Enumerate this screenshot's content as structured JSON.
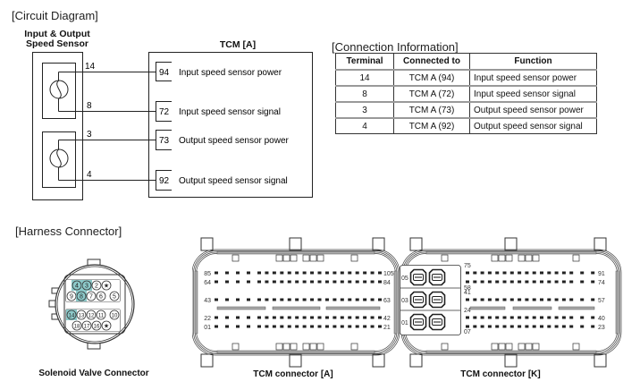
{
  "circuit": {
    "title": "[Circuit Diagram]",
    "sensor_label_line1": "Input & Output",
    "sensor_label_line2": "Speed Sensor",
    "tcm_label": "TCM [A]",
    "wires": [
      {
        "sensor_pin": "14",
        "tcm_pin": "94",
        "function": "Input speed sensor power"
      },
      {
        "sensor_pin": "8",
        "tcm_pin": "72",
        "function": "Input speed sensor signal"
      },
      {
        "sensor_pin": "3",
        "tcm_pin": "73",
        "function": "Output speed sensor power"
      },
      {
        "sensor_pin": "4",
        "tcm_pin": "92",
        "function": "Output speed sensor signal"
      }
    ]
  },
  "connection": {
    "title": "[Connection Information]",
    "headers": [
      "Terminal",
      "Connected to",
      "Function"
    ],
    "rows": [
      [
        "14",
        "TCM A (94)",
        "Input speed sensor power"
      ],
      [
        "8",
        "TCM A (72)",
        "Input speed sensor signal"
      ],
      [
        "3",
        "TCM A (73)",
        "Output speed sensor power"
      ],
      [
        "4",
        "TCM A (92)",
        "Output speed sensor signal"
      ]
    ]
  },
  "harness": {
    "title": "[Harness Connector]",
    "solenoid": {
      "caption": "Solenoid Valve Connector",
      "highlight_color": "#8cc9c9",
      "rows": [
        [
          {
            "label": "4",
            "hl": true
          },
          {
            "label": "3",
            "hl": true
          },
          {
            "label": "2",
            "hl": false
          },
          {
            "label": "★",
            "hl": false
          }
        ],
        [
          {
            "label": "9",
            "hl": false
          },
          {
            "label": "8",
            "hl": true
          },
          {
            "label": "7",
            "hl": false
          },
          {
            "label": "6",
            "hl": false
          },
          {
            "label": "5",
            "hl": false
          }
        ],
        [
          {
            "label": "14",
            "hl": true
          },
          {
            "label": "13",
            "hl": false
          },
          {
            "label": "12",
            "hl": false
          },
          {
            "label": "11",
            "hl": false
          },
          {
            "label": "10",
            "hl": false
          }
        ],
        [
          {
            "label": "18",
            "hl": false
          },
          {
            "label": "17",
            "hl": false
          },
          {
            "label": "16",
            "hl": false
          },
          {
            "label": "★",
            "hl": false
          }
        ]
      ]
    },
    "tcm_a": {
      "caption": "TCM connector [A]",
      "rows": [
        {
          "left": "85",
          "right": "105"
        },
        {
          "left": "64",
          "right": "84"
        },
        {
          "left": "43",
          "right": "63"
        },
        {
          "left": "22",
          "right": "42"
        },
        {
          "left": "01",
          "right": "21"
        }
      ]
    },
    "tcm_k": {
      "caption": "TCM connector [K]",
      "power_pins": [
        "05",
        "03",
        "01"
      ],
      "rows": [
        {
          "left": "75",
          "right": "91"
        },
        {
          "left": "58",
          "right": "74"
        },
        {
          "left": "41",
          "right": "57"
        },
        {
          "left": "24",
          "right": "40"
        },
        {
          "left": "07",
          "right": "23"
        }
      ]
    }
  }
}
